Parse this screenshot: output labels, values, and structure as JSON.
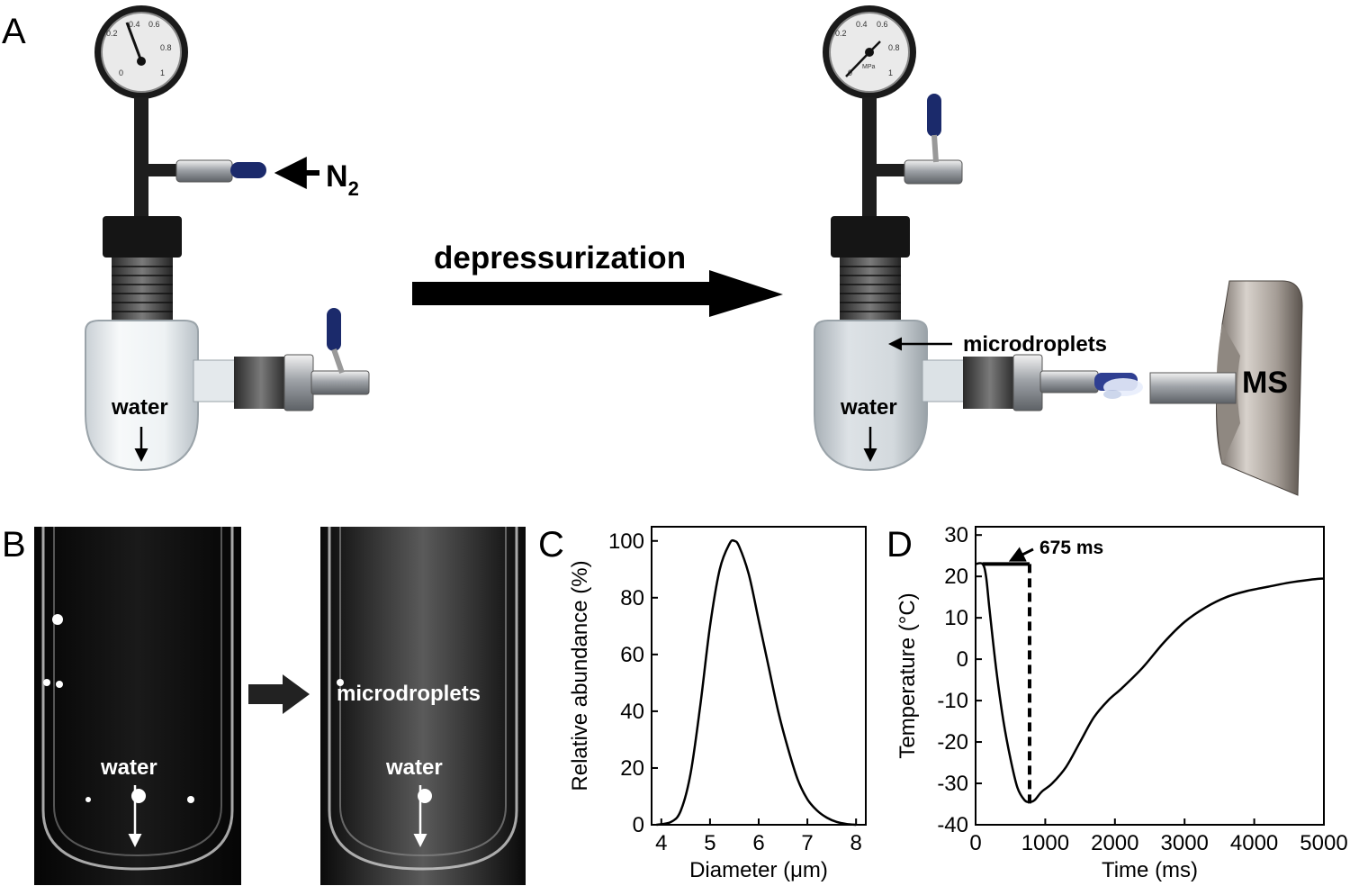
{
  "panels": {
    "A": {
      "letter": "A",
      "gas_label": "N",
      "gas_subscript": "2",
      "process_label": "depressurization",
      "left_liquid_label": "water",
      "right_liquid_label": "water",
      "spray_label": "microdroplets",
      "instrument_label": "MS",
      "gauge_ticks_left": [
        "0.2",
        "0.4",
        "0.6",
        "0.8",
        "1",
        "0"
      ],
      "gauge_ticks_right": [
        "0.2",
        "0.4",
        "0.6",
        "0.8",
        "1",
        "0",
        "MPa"
      ]
    },
    "B": {
      "letter": "B",
      "left_photo_label": "water",
      "right_photo_label_top": "microdroplets",
      "right_photo_label_bottom": "water"
    },
    "C": {
      "letter": "C",
      "chart_data": {
        "type": "line",
        "xlabel": "Diameter (μm)",
        "ylabel": "Relative abundance (%)",
        "xlim": [
          3.8,
          8.2
        ],
        "ylim": [
          0,
          105
        ],
        "xticks": [
          4,
          5,
          6,
          7,
          8
        ],
        "yticks": [
          0,
          20,
          40,
          60,
          80,
          100
        ],
        "grid": false,
        "x": [
          3.9,
          4.2,
          4.4,
          4.6,
          4.8,
          5.0,
          5.2,
          5.4,
          5.5,
          5.6,
          5.8,
          6.0,
          6.2,
          6.4,
          6.6,
          6.8,
          7.0,
          7.2,
          7.4,
          7.6,
          7.8,
          8.0
        ],
        "y": [
          0,
          1,
          5,
          18,
          42,
          70,
          90,
          99,
          100,
          98,
          88,
          72,
          56,
          40,
          27,
          16,
          9,
          5,
          2.5,
          1,
          0.3,
          0
        ]
      }
    },
    "D": {
      "letter": "D",
      "annotation": "675 ms",
      "chart_data": {
        "type": "line",
        "xlabel": "Time (ms)",
        "ylabel": "Temperature (°C)",
        "xlim": [
          0,
          5000
        ],
        "ylim": [
          -40,
          32
        ],
        "xticks": [
          0,
          1000,
          2000,
          3000,
          4000,
          5000
        ],
        "yticks": [
          -40,
          -30,
          -20,
          -10,
          0,
          10,
          20,
          30
        ],
        "ytick_labels": [
          "-40",
          "-30",
          "-20",
          "-10",
          "0",
          "10",
          "20",
          "30"
        ],
        "grid": false,
        "x": [
          0,
          100,
          150,
          200,
          300,
          400,
          500,
          600,
          700,
          775,
          850,
          950,
          1100,
          1300,
          1500,
          1700,
          1900,
          2100,
          2400,
          2700,
          3000,
          3300,
          3600,
          3900,
          4200,
          4500,
          4800,
          5000
        ],
        "y": [
          23,
          23,
          20,
          12,
          -3,
          -15,
          -24,
          -31,
          -34,
          -34.5,
          -34,
          -32,
          -30,
          -26,
          -20,
          -14,
          -10,
          -7,
          -2,
          4,
          9,
          12.5,
          15,
          16.5,
          17.5,
          18.5,
          19.2,
          19.5
        ],
        "marker_x": 775,
        "bracket_start": 100,
        "bracket_end": 775,
        "bracket_y": 23
      }
    }
  },
  "colors": {
    "ink": "#000000",
    "valve_handle": "#1b2a6b",
    "metal": "#b9bcc0",
    "glass": "#e8edf0"
  }
}
